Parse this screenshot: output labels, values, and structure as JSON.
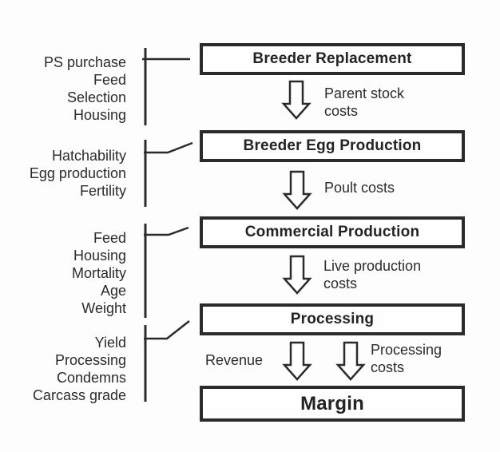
{
  "colors": {
    "ink": "#2b2b2b",
    "background": "#fdfdfd",
    "box_fill": "#fefefe"
  },
  "flow_boxes": [
    {
      "label": "Breeder Replacement"
    },
    {
      "label": "Breeder Egg Production"
    },
    {
      "label": "Commercial Production"
    },
    {
      "label": "Processing"
    },
    {
      "label": "Margin"
    }
  ],
  "factor_groups": [
    {
      "items": [
        "PS purchase",
        "Feed",
        "Selection",
        "Housing"
      ]
    },
    {
      "items": [
        "Hatchability",
        "Egg production",
        "Fertility"
      ]
    },
    {
      "items": [
        "Feed",
        "Housing",
        "Mortality",
        "Age",
        "Weight"
      ]
    },
    {
      "items": [
        "Yield",
        "Processing",
        "Condemns",
        "Carcass grade"
      ]
    }
  ],
  "flow_labels": [
    {
      "lines": [
        "Parent stock",
        "costs"
      ]
    },
    {
      "lines": [
        "Poult costs"
      ]
    },
    {
      "lines": [
        "Live production",
        "costs"
      ]
    },
    {
      "lines": [
        "Revenue"
      ]
    },
    {
      "lines": [
        "Processing",
        "costs"
      ]
    }
  ]
}
